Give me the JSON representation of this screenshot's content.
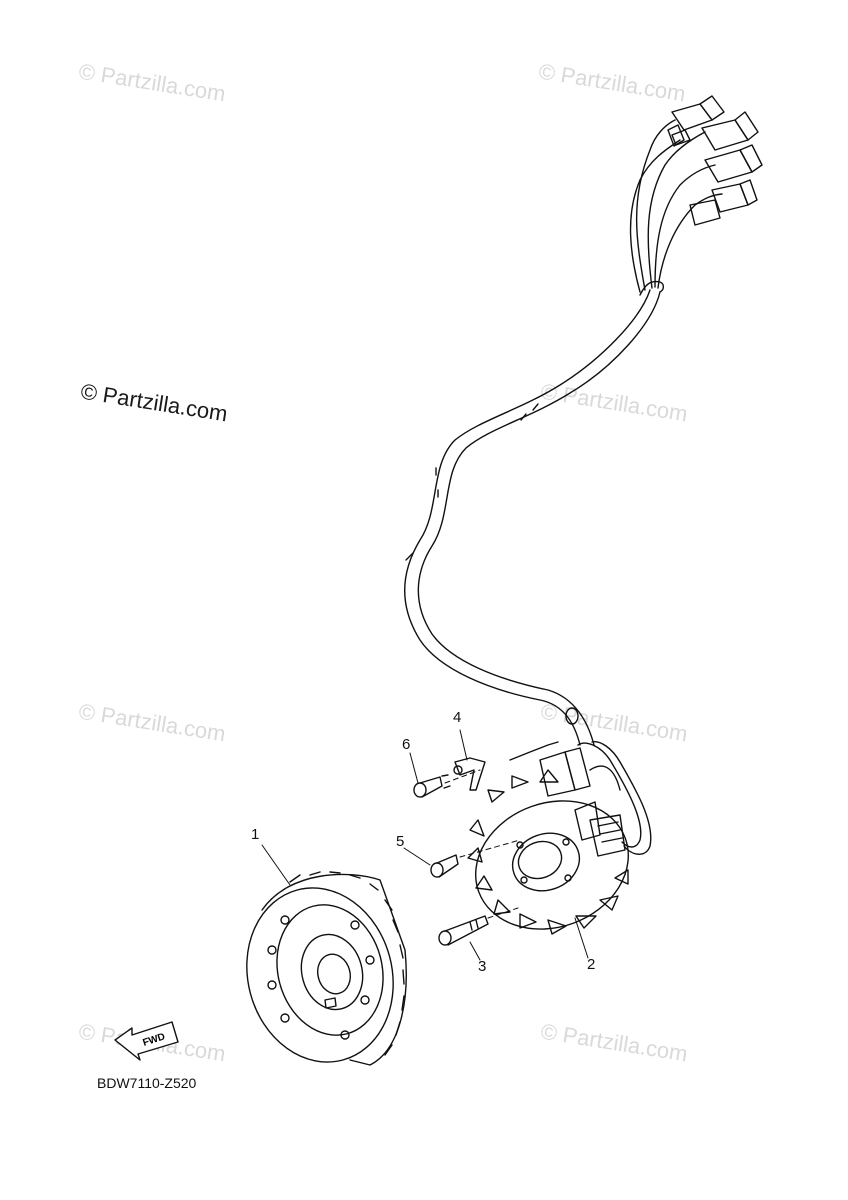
{
  "watermarks": {
    "text": "© Partzilla.com",
    "main": "© Partzilla.com"
  },
  "callouts": [
    {
      "id": "1",
      "label": "1"
    },
    {
      "id": "2",
      "label": "2"
    },
    {
      "id": "3",
      "label": "3"
    },
    {
      "id": "4",
      "label": "4"
    },
    {
      "id": "5",
      "label": "5"
    },
    {
      "id": "6",
      "label": "6"
    }
  ],
  "fwd_label": "FWD",
  "diagram_code": "BDW7110-Z520"
}
